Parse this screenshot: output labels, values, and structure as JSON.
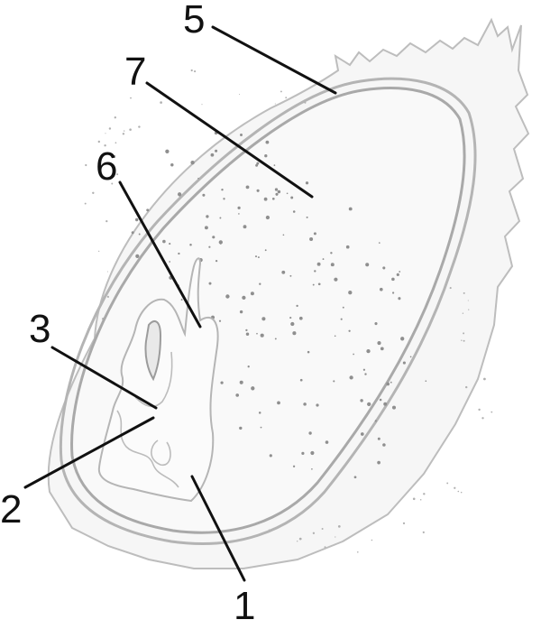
{
  "labels": {
    "l1": "1",
    "l2": "2",
    "l3": "3",
    "l5": "5",
    "l6": "6",
    "l7": "7"
  },
  "colors": {
    "outline": "#b8b8b8",
    "outline_dark": "#a6a6a6",
    "fill": "#f6f6f6",
    "dots": "#8f8f8f",
    "leader": "#111111"
  }
}
